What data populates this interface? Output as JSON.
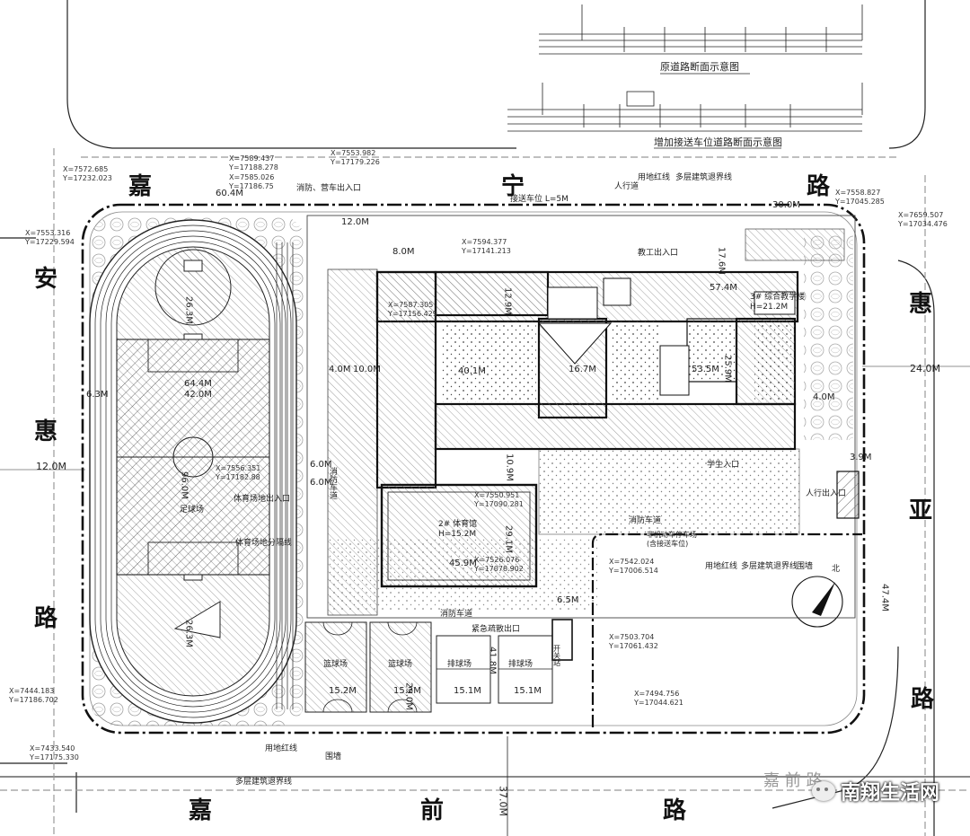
{
  "roads": {
    "top": [
      "嘉",
      "宁",
      "路"
    ],
    "left": [
      "安",
      "惠",
      "路"
    ],
    "right": [
      "惠",
      "亚",
      "路"
    ],
    "bottom": [
      "嘉",
      "前",
      "路"
    ],
    "bottom_faint": "嘉 前 路"
  },
  "road_widths": {
    "left": "12.0M",
    "right": "24.0M",
    "bottom": "37.0M"
  },
  "section_titles": {
    "original": "原道路断面示意图",
    "added": "增加接送车位道路断面示意图"
  },
  "labels": {
    "fire_entry": "消防、营车出入口",
    "stop_line": "接送车位 L=5M",
    "sidewalk": "人行道",
    "land_line_top": "用地红线",
    "setback_top": "多层建筑退界线",
    "land_line_right": "用地红线",
    "setback_right": "多层建筑退界线",
    "wall_right": "围墙",
    "land_line_bottom": "用地红线",
    "wall_bottom": "围墙",
    "setback_bottom": "多层建筑退界线",
    "football": "足球场",
    "basketball_1": "篮球场",
    "basketball_2": "篮球场",
    "volleyball_1": "排球场",
    "volleyball_2": "排球场",
    "fire_road_1": "消防车道",
    "fire_road_2": "消防车道",
    "fire_road_3": "消防车道",
    "emergency_exit": "紧急疏散出口",
    "student_entry": "学生入口",
    "pedestrian_entry": "人行出入口",
    "staff_entry": "教工出入口",
    "gym": "2# 体育馆",
    "gym_height": "H=15.2M",
    "complex": "3# 综合教学楼",
    "complex_height": "H=21.2M",
    "parking_note": "非机动车停车场",
    "parking_note2": "(含接送车位)",
    "switch_room": "开关站",
    "north": "北",
    "track_label": "体育场地出入口",
    "sports_area": "体育场地分隔线"
  },
  "dimensions": {
    "d1": "60.4M",
    "d2": "6.3M",
    "d3": "42.0M",
    "d4": "64.4M",
    "d5": "96.0M",
    "d6": "26.3M",
    "d7": "26.3M",
    "d8": "57.4M",
    "d9": "40.1M",
    "d10": "16.7M",
    "d11": "53.5M",
    "d12": "25.9M",
    "d13": "45.9M",
    "d14": "29.1M",
    "d15": "15.2M",
    "d16": "15.2M",
    "d17": "15.1M",
    "d18": "15.1M",
    "d19": "30.0M",
    "d20": "17.6M",
    "d21": "12.9M",
    "d22": "10.9M",
    "d23": "6.0M",
    "d24": "6.0M",
    "d25": "4.0M",
    "d26": "10.0M",
    "d27": "8.0M",
    "d28": "12.0M",
    "d29": "29.0M",
    "d30": "41.8M",
    "d31": "6.5M",
    "d32": "47.4M",
    "d33": "4.0M",
    "d34": "3.9M"
  },
  "coords": [
    "X=7572.685",
    "Y=17232.023",
    "X=7553.316",
    "Y=17229.594",
    "X=7589.437",
    "Y=17188.278",
    "X=7585.026",
    "Y=17186.75",
    "X=7553.982",
    "Y=17179.226",
    "X=7558.827",
    "Y=17045.285",
    "X=7659.507",
    "Y=17034.476",
    "X=7594.377",
    "Y=17141.213",
    "X=7587.305",
    "Y=17156.429",
    "X=7556.351",
    "Y=17182.88",
    "X=7550.951",
    "Y=17090.281",
    "X=7542.024",
    "Y=17006.514",
    "X=7503.704",
    "Y=17061.432",
    "X=7494.756",
    "Y=17044.621",
    "X=7444.183",
    "Y=17186.702",
    "X=7433.540",
    "Y=17175.330",
    "X=7526.076",
    "Y=17078.902"
  ],
  "watermark": "南翔生活网"
}
